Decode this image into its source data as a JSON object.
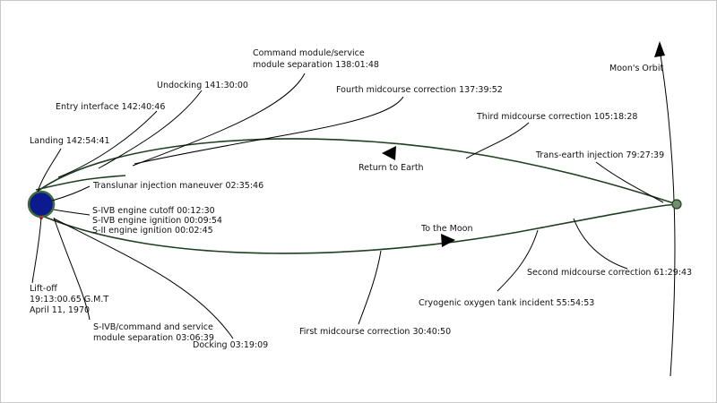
{
  "labels": {
    "landing": "Landing 142:54:41",
    "entry_interface": "Entry interface 142:40:46",
    "undocking": "Undocking 141:30:00",
    "cm_sm_separation_line1": "Command module/service",
    "cm_sm_separation_line2": "module separation 138:01:48",
    "fourth_midcourse": "Fourth midcourse correction 137:39:52",
    "third_midcourse": "Third midcourse correction 105:18:28",
    "moons_orbit": "Moon's Orbit",
    "trans_earth_injection": "Trans-earth injection 79:27:39",
    "return_to_earth": "Return to Earth",
    "translunar_injection": "Translunar injection maneuver 02:35:46",
    "sivb_cutoff": "S-IVB engine cutoff 00:12:30",
    "sivb_ignition": "S-IVB engine ignition 00:09:54",
    "sii_ignition": "S-II engine ignition 00:02:45",
    "to_the_moon": "To the Moon",
    "liftoff_line1": "Lift-off",
    "liftoff_line2": "19:13:00.65 G.M.T",
    "liftoff_line3": "April 11, 1970",
    "second_midcourse": "Second midcourse correction 61:29:43",
    "oxygen_tank": "Cryogenic oxygen tank incident 55:54:53",
    "first_midcourse": "First midcourse correction 30:40:50",
    "sivb_separation_line1": "S-IVB/command and service",
    "sivb_separation_line2": "module separation 03:06:39",
    "docking": "Docking 03:19:09"
  },
  "colors": {
    "earth_fill": "#0b1a8c",
    "earth_ring": "#3f6b3f",
    "trajectory": "#1f3f1f",
    "moon_fill": "#6f8f6f"
  }
}
